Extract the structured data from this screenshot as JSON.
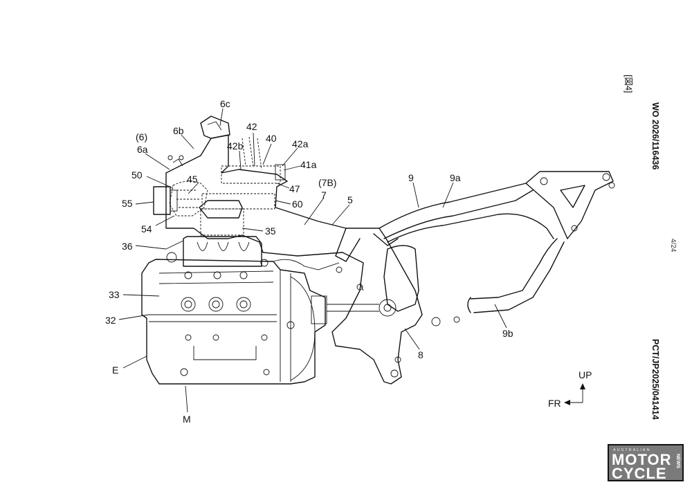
{
  "header": {
    "publication_number": "WO 2026/116436",
    "figure_tag": "[図4]",
    "page_number": "4/24",
    "application_number": "PCT/JP2025/041414"
  },
  "labels": {
    "l6c": "6c",
    "l6b": "6b",
    "l6": "(6)",
    "l6a": "6a",
    "l42": "42",
    "l40": "40",
    "l42b": "42b",
    "l42a": "42a",
    "l41a": "41a",
    "l50": "50",
    "l45": "45",
    "l47": "47",
    "l7B": "(7B)",
    "l7": "7",
    "l5": "5",
    "l9": "9",
    "l9a": "9a",
    "l55": "55",
    "l60": "60",
    "l54": "54",
    "l35": "35",
    "l36": "36",
    "l33": "33",
    "l32": "32",
    "lE": "E",
    "lM": "M",
    "l8": "8",
    "l9b": "9b"
  },
  "orientation": {
    "up": "UP",
    "front": "FR"
  },
  "watermark": {
    "top": "AUSTRALIAN",
    "line1": "MOTOR",
    "line2": "CYCLE",
    "side": "NEWS"
  }
}
